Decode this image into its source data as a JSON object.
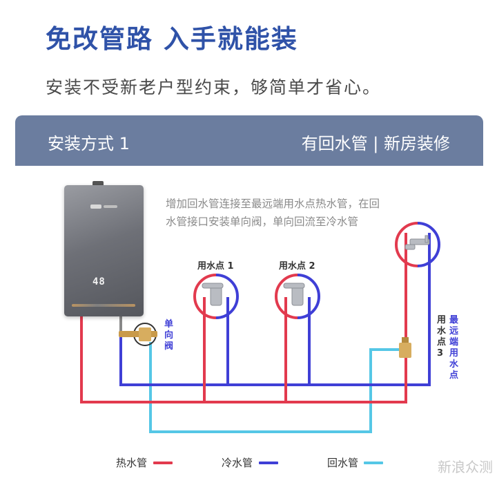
{
  "header": {
    "title": "免改管路 入手就能装",
    "subtitle": "安装不受新老户型约束，够简单才省心。"
  },
  "card": {
    "method": "安装方式 1",
    "scene": "有回水管 | 新房装修",
    "description": "增加回水管连接至最远端用水点热水管，在回水管接口安装单向阀，单向回流至冷水管"
  },
  "heater": {
    "display": "48"
  },
  "points": {
    "p1": "用水点 1",
    "p2": "用水点 2",
    "p3_vertical": "用水点3",
    "p3_far": "最远端用水点"
  },
  "valve_label": "单向阀",
  "legend": {
    "hot": "热水管",
    "cold": "冷水管",
    "return": "回水管"
  },
  "colors": {
    "hot": "#e23a4e",
    "cold": "#3f3fd6",
    "return": "#55c7e6",
    "title": "#2f52a8",
    "card_header": "#6b7d9f"
  },
  "icons": [
    "faucet-icon",
    "shower-icon",
    "check-valve-icon"
  ],
  "watermark": "新浪众测"
}
